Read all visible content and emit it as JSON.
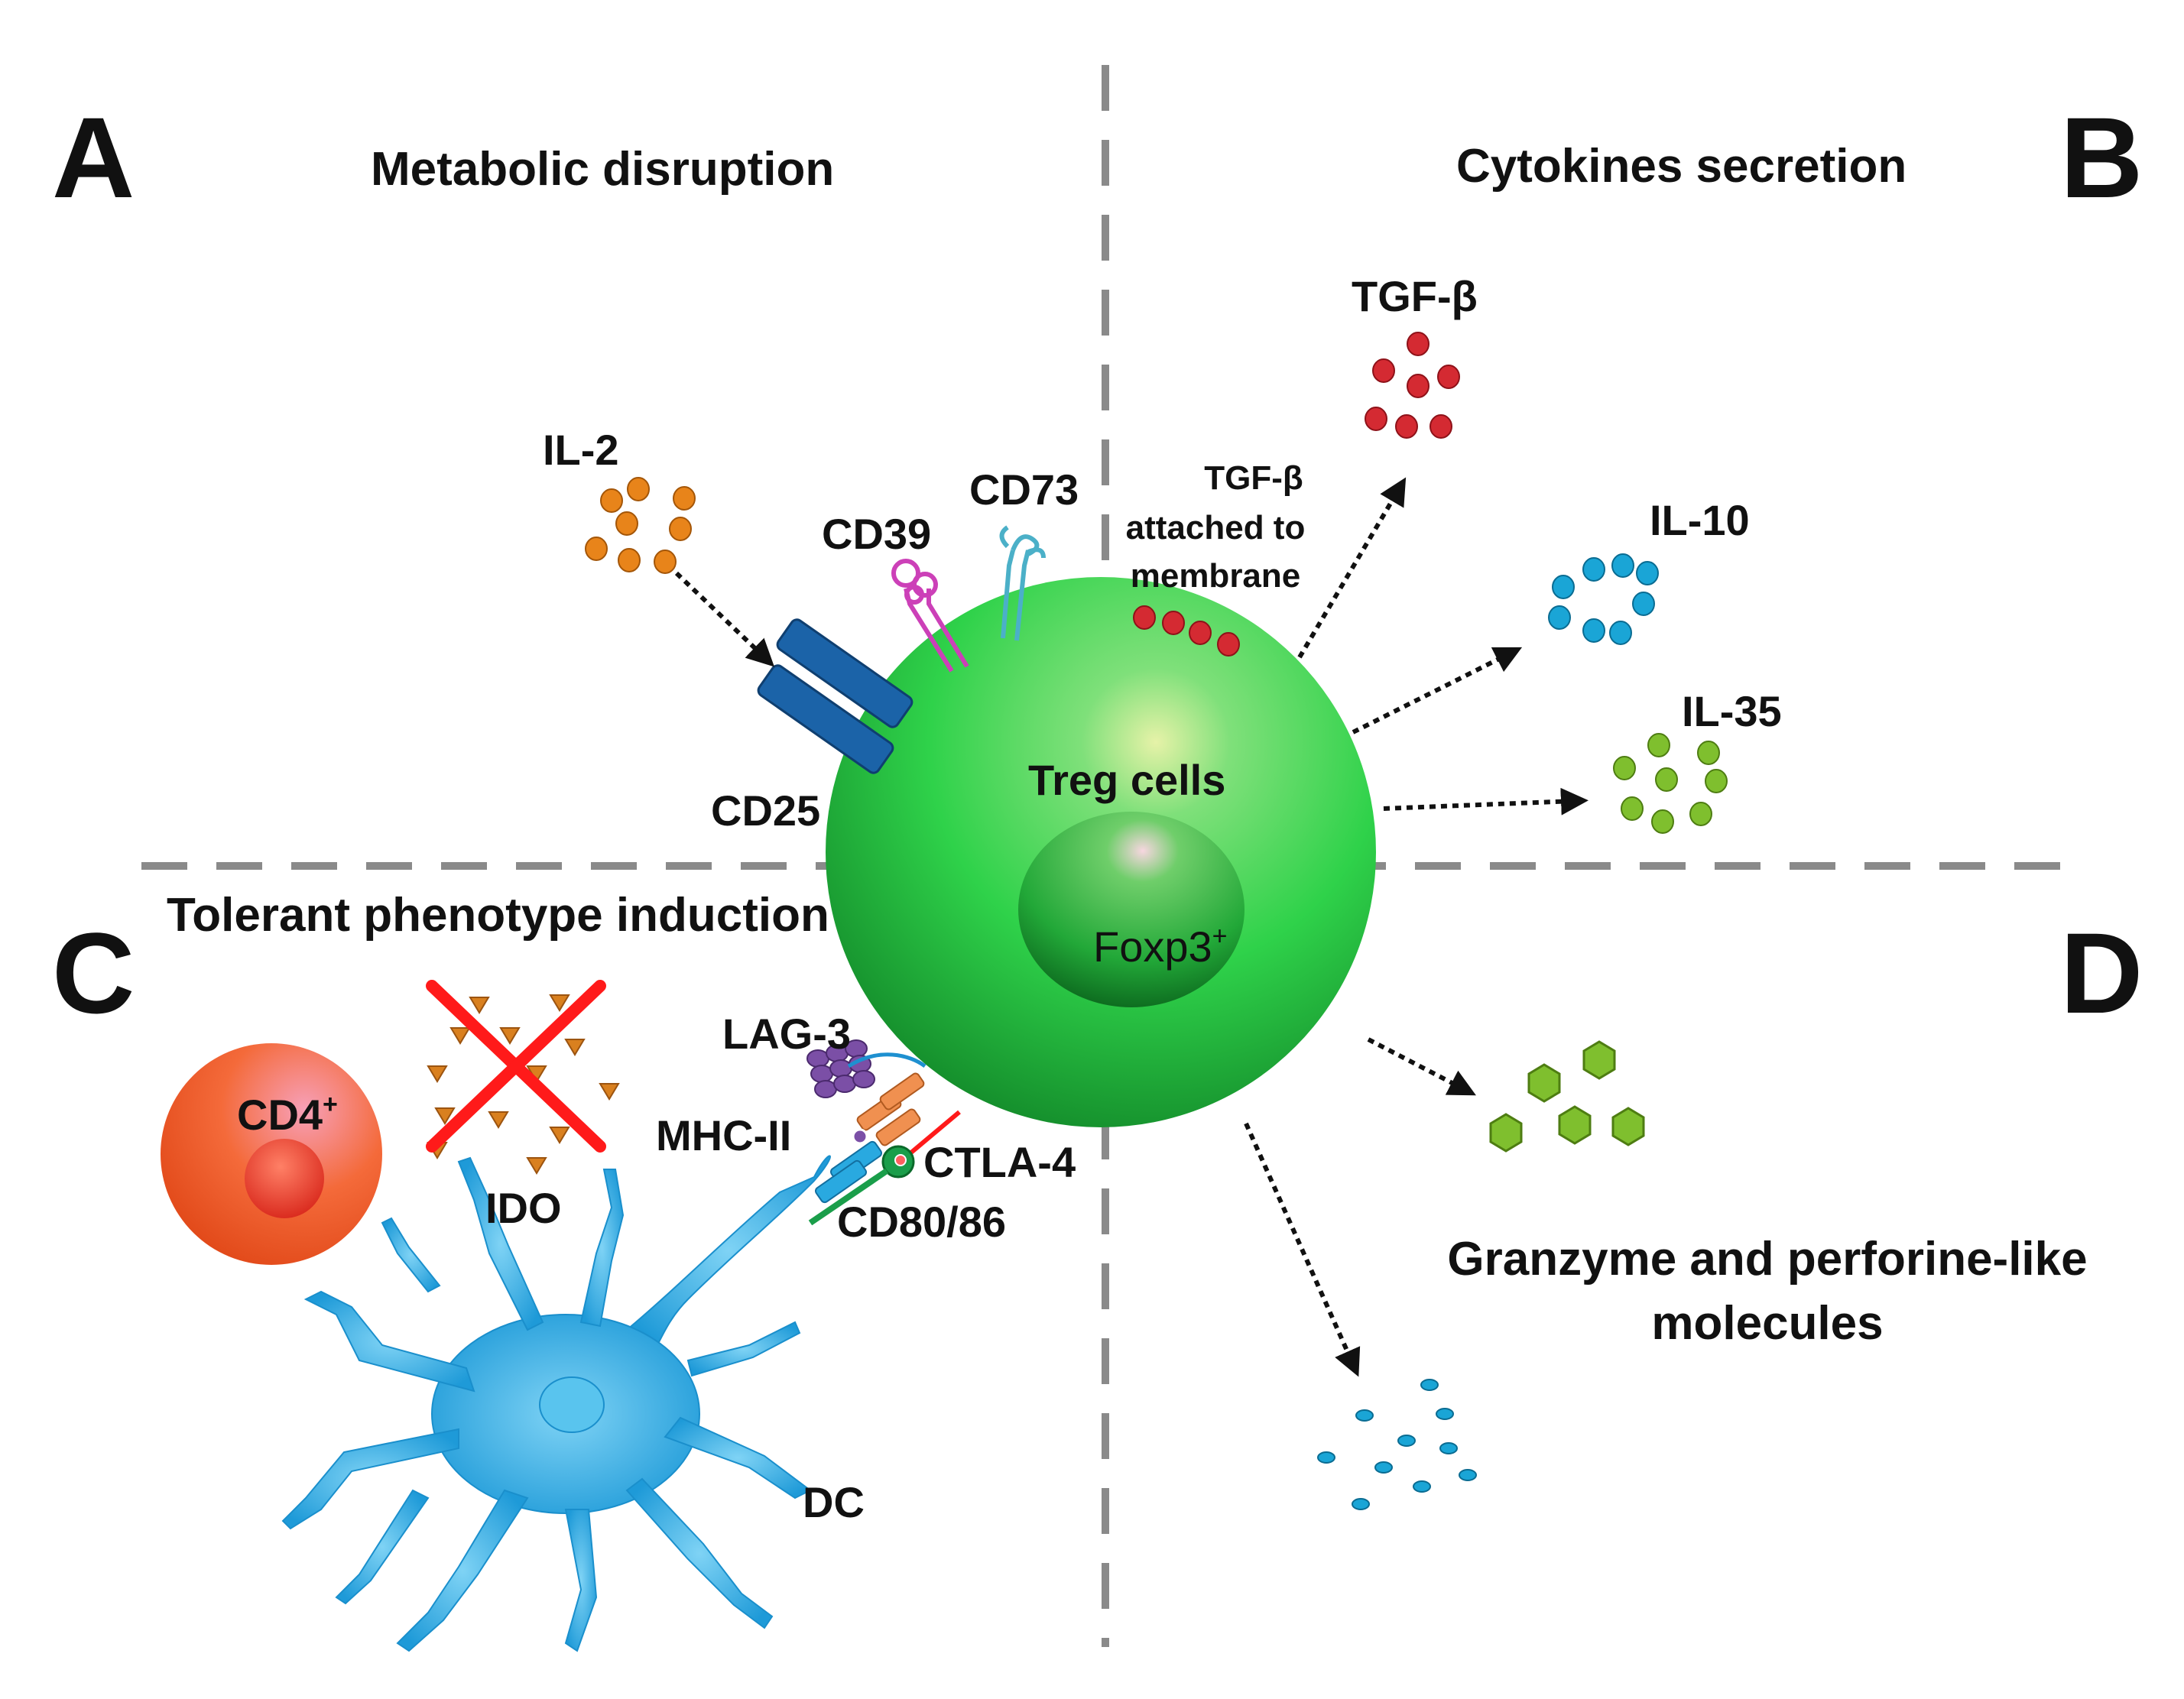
{
  "panels": {
    "a": {
      "letter": "A",
      "title": "Metabolic disruption"
    },
    "b": {
      "letter": "B",
      "title": "Cytokines secretion"
    },
    "c": {
      "letter": "C",
      "title": "Tolerant phenotype induction"
    },
    "d": {
      "letter": "D",
      "title_line1": "Granzyme and perforine-like",
      "title_line2": "molecules"
    }
  },
  "treg": {
    "label": "Treg cells",
    "nucleus_label": "Foxp3",
    "nucleus_sup": "+"
  },
  "receptors": {
    "cd25": "CD25",
    "cd39": "CD39",
    "cd73": "CD73",
    "tgfb_membrane_line1": "TGF-β",
    "tgfb_membrane_line2": "attached to",
    "tgfb_membrane_line3": "membrane",
    "lag3": "LAG-3",
    "mhc2": "MHC-II",
    "ctla4": "CTLA-4",
    "cd8086": "CD80/86"
  },
  "molecules": {
    "il2": "IL-2",
    "tgfb": "TGF-β",
    "il10": "IL-10",
    "il35": "IL-35",
    "ido": "IDO"
  },
  "cells": {
    "cd4": "CD4",
    "cd4_sup": "+",
    "dc": "DC"
  },
  "colors": {
    "treg_green": "#2fd24a",
    "il2_orange": "#e8841a",
    "tgfb_red": "#d42a32",
    "il10_cyan": "#1aa5d6",
    "il35_green": "#7fbf2e",
    "dc_blue": "#29a9e0",
    "cd25_blue": "#1b63a8",
    "cd39_magenta": "#cc40b8",
    "cd73_teal": "#4bb0c8",
    "lag3_purple": "#7b4fa6",
    "cross_red": "#ff1a1a",
    "divider_gray": "#8a8a8a"
  }
}
